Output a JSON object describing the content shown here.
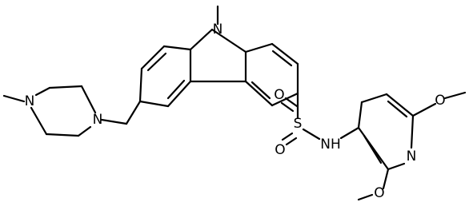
{
  "structure": {
    "type": "chemical-structure",
    "atom_labels": {
      "n_carbazole": "N",
      "n_piperazine_top": "N",
      "n_piperazine_bottom": "N",
      "sulfur": "S",
      "o_sulfonyl_top": "O",
      "o_sulfonyl_bottom": "O",
      "nh_sulfonamide": "NH",
      "n_pyridine": "N",
      "o_methoxy_right": "O",
      "o_methoxy_bottom": "O"
    }
  }
}
